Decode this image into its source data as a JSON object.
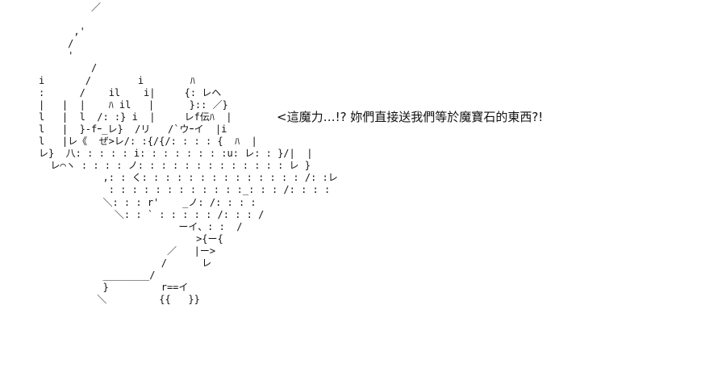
{
  "ascii_art": {
    "lines": [
      "         ／",
      "",
      "      ,'",
      "     /",
      "     '",
      "         /",
      "i       /        i        ﾊ",
      ":      /    il    i|     {: レヘ",
      "|   |  |    ﾊ il   |      }:: ／}",
      "l   |  l  /: :} i  |     レf伝ﾊ  |",
      "l   |  }-fｰ_レ}  /リ   /`ウｰイ  |i",
      "l   |レ《  ぜ>レ/: :{/{/: : : : {  ﾊ  |",
      "レ}  八: : : : : i: : : : : : : :u: レ: : }/|  |",
      "  レ⌒ヽ : : : : ノ: : : : : : : : : : : : : レ }",
      "           ,: : く: : : : : : : : : : : : : : /: :レ",
      "            : : : : : : : : : : : :_: : : /: : : :",
      "           ＼: : : r'    _ノ: /: : : :",
      "             ＼: : ` : : : : : /: : : /",
      "                        ーイ、: :  /",
      "                           >{ー{",
      "                      ／   |ー>",
      "                     /      レ",
      "           ________/",
      "           }         r==イ",
      "          ＼         {{   }}"
    ]
  },
  "speech": {
    "text": "<這魔力…!? 妳們直接送我們等於魔寶石的東西?!"
  }
}
